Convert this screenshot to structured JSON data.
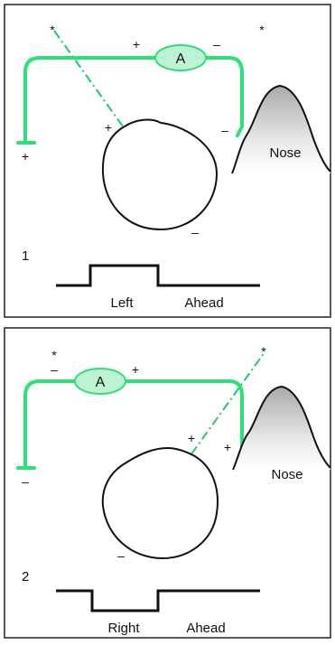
{
  "panels": [
    {
      "number": "1",
      "meter": "A",
      "nose": "Nose",
      "trace_left": "Left",
      "trace_right": "Ahead",
      "signs": {
        "star_a": "*",
        "star_b": "*",
        "meter_plus": "+",
        "meter_minus": "–",
        "wire_plus": "+",
        "nose_minus": "–",
        "eye_plus": "+",
        "eye_minus": "–"
      }
    },
    {
      "number": "2",
      "meter": "A",
      "nose": "Nose",
      "trace_left": "Right",
      "trace_right": "Ahead",
      "signs": {
        "star_a": "*",
        "star_b": "*",
        "meter_minus": "–",
        "meter_plus": "+",
        "wire_minus": "–",
        "nose_plus": "+",
        "eye_plus": "+",
        "eye_minus": "–"
      }
    }
  ],
  "colors": {
    "wire": "#2fe07a",
    "meter_fill": "#bdf2d2",
    "frame": "#222222"
  }
}
